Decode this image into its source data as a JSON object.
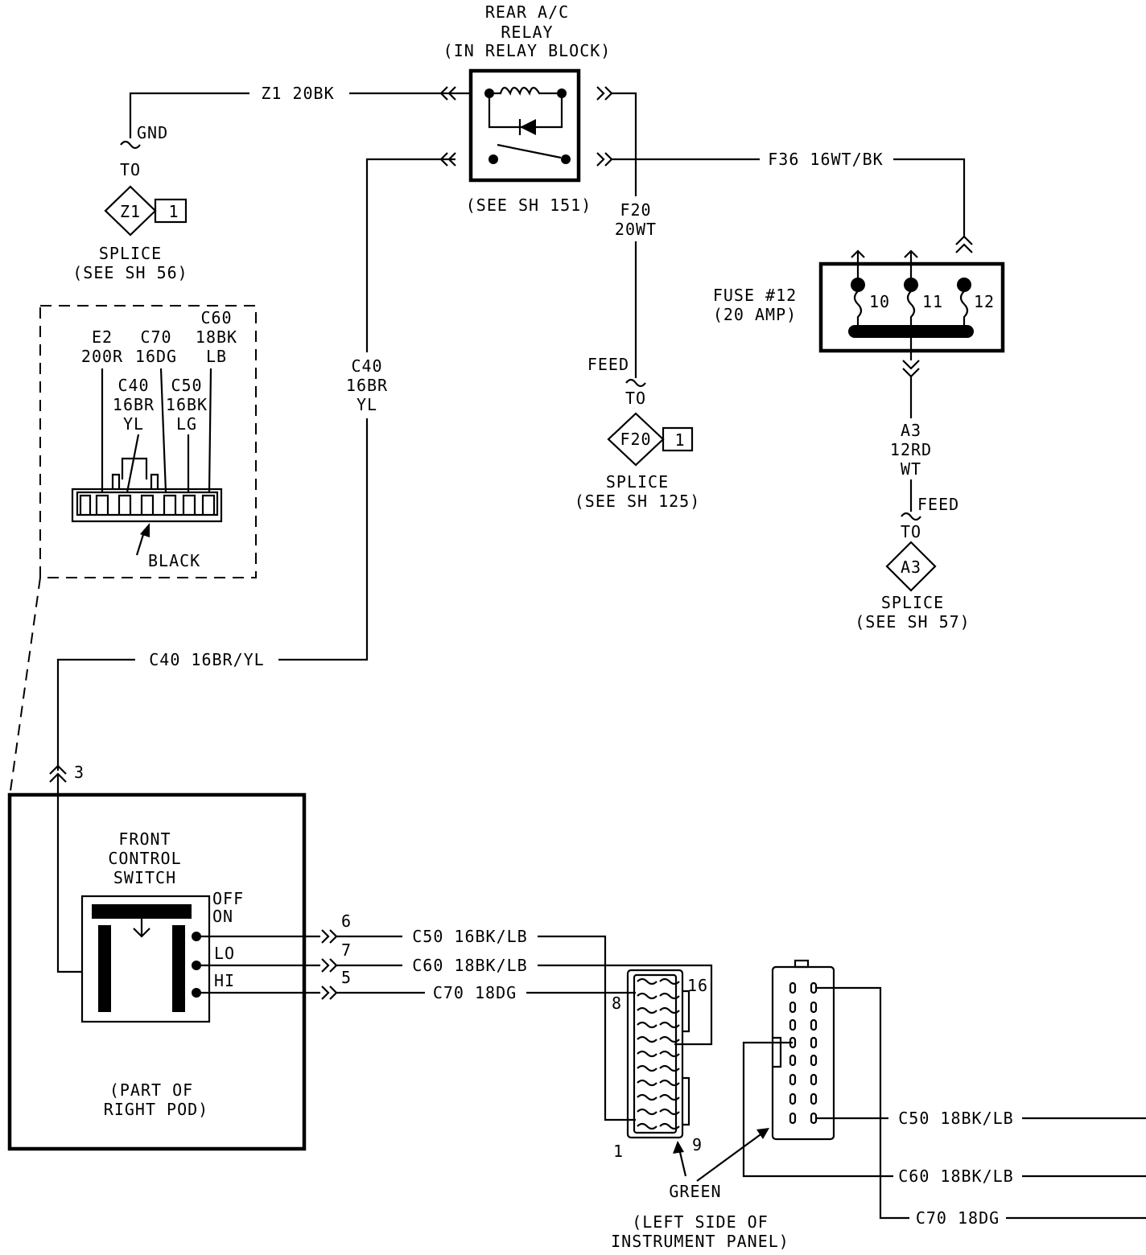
{
  "relay": {
    "title1": "REAR A/C",
    "title2": "RELAY",
    "title3": "(IN RELAY BLOCK)",
    "see": "(SEE SH 151)"
  },
  "wires": {
    "z1": "Z1 20BK",
    "f36": "F36 16WT/BK",
    "f20_1": "F20",
    "f20_2": "20WT",
    "c40_v1": "C40",
    "c40_v2": "16BR",
    "c40_v3": "YL",
    "c40_h": "C40 16BR/YL",
    "a3_1": "A3",
    "a3_2": "12RD",
    "a3_3": "WT",
    "c50_top": "C50 16BK/LB",
    "c60_top": "C60 18BK/LB",
    "c70_top": "C70 18DG",
    "c50_right": "C50 18BK/LB",
    "c60_right": "C60 18BK/LB",
    "c70_right": "C70 18DG"
  },
  "splice_z1": {
    "gnd": "GND",
    "to": "TO",
    "id": "Z1",
    "pin": "1",
    "label": "SPLICE",
    "see": "(SEE SH 56)"
  },
  "splice_f20": {
    "feed": "FEED",
    "to": "TO",
    "id": "F20",
    "pin": "1",
    "label": "SPLICE",
    "see": "(SEE SH 125)"
  },
  "splice_a3": {
    "feed": "FEED",
    "to": "TO",
    "id": "A3",
    "label": "SPLICE",
    "see": "(SEE SH 57)"
  },
  "fuse": {
    "title": "FUSE #12",
    "amp": "(20 AMP)",
    "pins": [
      "10",
      "11",
      "12"
    ]
  },
  "connector_view": {
    "e2_1": "E2",
    "e2_2": "200R",
    "c70_1": "C70",
    "c70_2": "16DG",
    "c60_1": "C60",
    "c60_2": "18BK",
    "c60_3": "LB",
    "c40_1": "C40",
    "c40_2": "16BR",
    "c40_3": "YL",
    "c50_1": "C50",
    "c50_2": "16BK",
    "c50_3": "LG",
    "color": "BLACK"
  },
  "switch": {
    "title1": "FRONT",
    "title2": "CONTROL",
    "title3": "SWITCH",
    "off": "OFF",
    "on": "ON",
    "lo": "LO",
    "hi": "HI",
    "pin3": "3",
    "pin6": "6",
    "pin7": "7",
    "pin5": "5",
    "part1": "(PART OF",
    "part2": "RIGHT POD)"
  },
  "ip_connector": {
    "pin16": "16",
    "pin8": "8",
    "pin1": "1",
    "pin9": "9",
    "color": "GREEN",
    "loc1": "(LEFT SIDE OF",
    "loc2": "INSTRUMENT PANEL)"
  }
}
